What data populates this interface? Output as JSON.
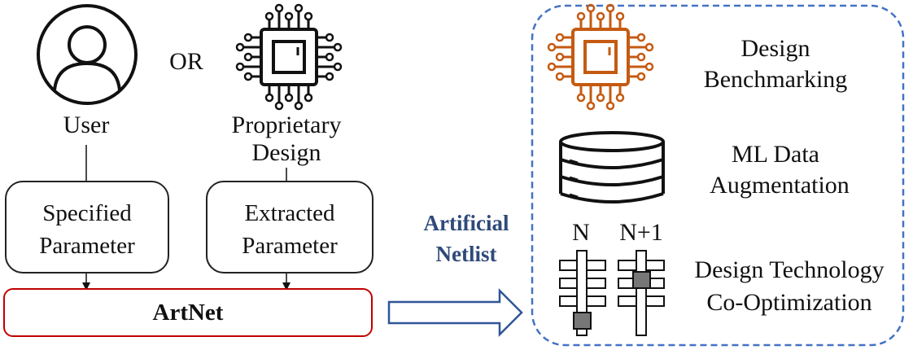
{
  "inputs": {
    "user_label": "User",
    "or_label": "OR",
    "proprietary_label_1": "Proprietary",
    "proprietary_label_2": "Design"
  },
  "param_boxes": {
    "specified_line1": "Specified",
    "specified_line2": "Parameter",
    "extracted_line1": "Extracted",
    "extracted_line2": "Parameter"
  },
  "artnet": {
    "label": "ArtNet",
    "border_color": "#c00000"
  },
  "flow": {
    "label_line1": "Artificial",
    "label_line2": "Netlist",
    "label_color": "#2f4a7a",
    "arrow_color": "#2f5597"
  },
  "applications": {
    "border_color": "#4472c4",
    "benchmark_line1": "Design",
    "benchmark_line2": "Benchmarking",
    "ml_line1": "ML Data",
    "ml_line2": "Augmentation",
    "dtco_line1": "Design Technology",
    "dtco_line2": "Co-Optimization",
    "node_n": "N",
    "node_n1": "N+1",
    "chip_color": "#c55a11"
  },
  "icons": [
    "user-icon",
    "chip-icon",
    "database-icon",
    "transistor-icon"
  ]
}
